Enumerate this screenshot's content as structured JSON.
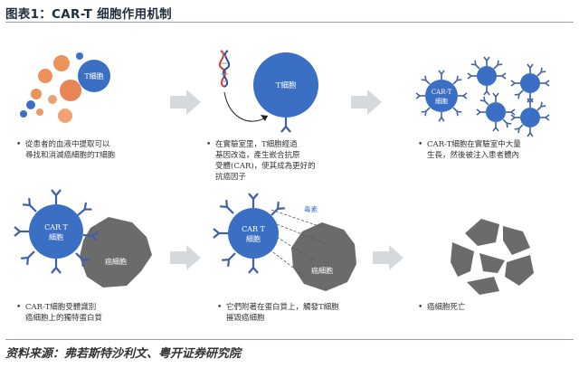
{
  "title": "图表1：CAR-T 细胞作用机制",
  "footer": "资料来源：弗若斯特沙利文、粤开证券研究院",
  "labels": {
    "t_cell": "T細胞",
    "car_t_1": "CAR-T",
    "car_t_2": "細胞",
    "car_t_big_1": "CAR T",
    "car_t_big_2": "細胞",
    "cancer_cell": "癌細胞",
    "toxin": "毒素"
  },
  "captions": {
    "step1": [
      "從患者的血液中提取可以",
      "尋找和消滅癌細胞的T細胞"
    ],
    "step2": [
      "在實驗室里，T細胞經過",
      "基因改造，產生嵌合抗原",
      "受體(CAR)，使其成為更好的",
      "抗癌因子"
    ],
    "step3": [
      "CAR-T細胞在實驗室中大量",
      "生長，然後被注入患者體內"
    ],
    "step4": [
      "CAR-T細胞受體識別",
      "癌細胞上的獨特蛋白質"
    ],
    "step5": [
      "它們附著在蛋白質上，觸發T細胞",
      "摧毀癌細胞"
    ],
    "step6": [
      "癌細胞死亡"
    ]
  },
  "colors": {
    "blue": "#3a6fc4",
    "receptor": "#3f5fa8",
    "orange": "#e8945a",
    "gray_cell": "#6b6b6b",
    "arrow": "#d6d9dc"
  }
}
